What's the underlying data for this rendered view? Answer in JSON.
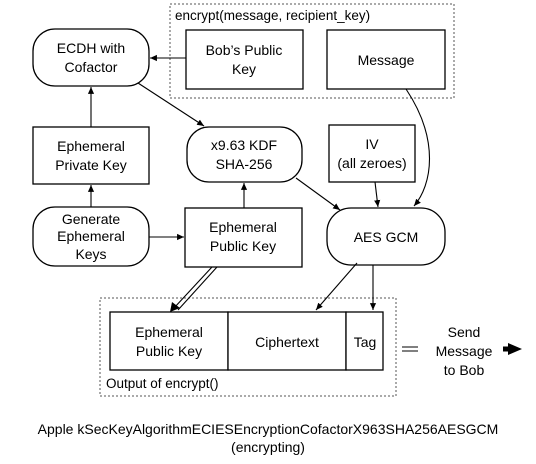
{
  "groups": {
    "encrypt_call": "encrypt(message, recipient_key)",
    "output": "Output of encrypt()"
  },
  "nodes": {
    "ecdh": [
      "ECDH with",
      "Cofactor"
    ],
    "bob_public_key": [
      "Bob’s Public",
      "Key"
    ],
    "message": [
      "Message"
    ],
    "ephemeral_private_key": [
      "Ephemeral",
      "Private Key"
    ],
    "kdf": [
      "x9.63 KDF",
      "SHA-256"
    ],
    "iv": [
      "IV",
      "(all zeroes)"
    ],
    "generate_keys": [
      "Generate",
      "Ephemeral",
      "Keys"
    ],
    "ephemeral_public_key": [
      "Ephemeral",
      "Public Key"
    ],
    "aes_gcm": [
      "AES GCM"
    ],
    "out_ephemeral_public_key": [
      "Ephemeral",
      "Public Key"
    ],
    "out_ciphertext": [
      "Ciphertext"
    ],
    "out_tag": [
      "Tag"
    ],
    "send": [
      "Send",
      "Message",
      "to Bob"
    ]
  },
  "caption": {
    "line1": "Apple kSecKeyAlgorithmECIESEncryptionCofactorX963SHA256AESGCM",
    "line2": "(encrypting)"
  }
}
